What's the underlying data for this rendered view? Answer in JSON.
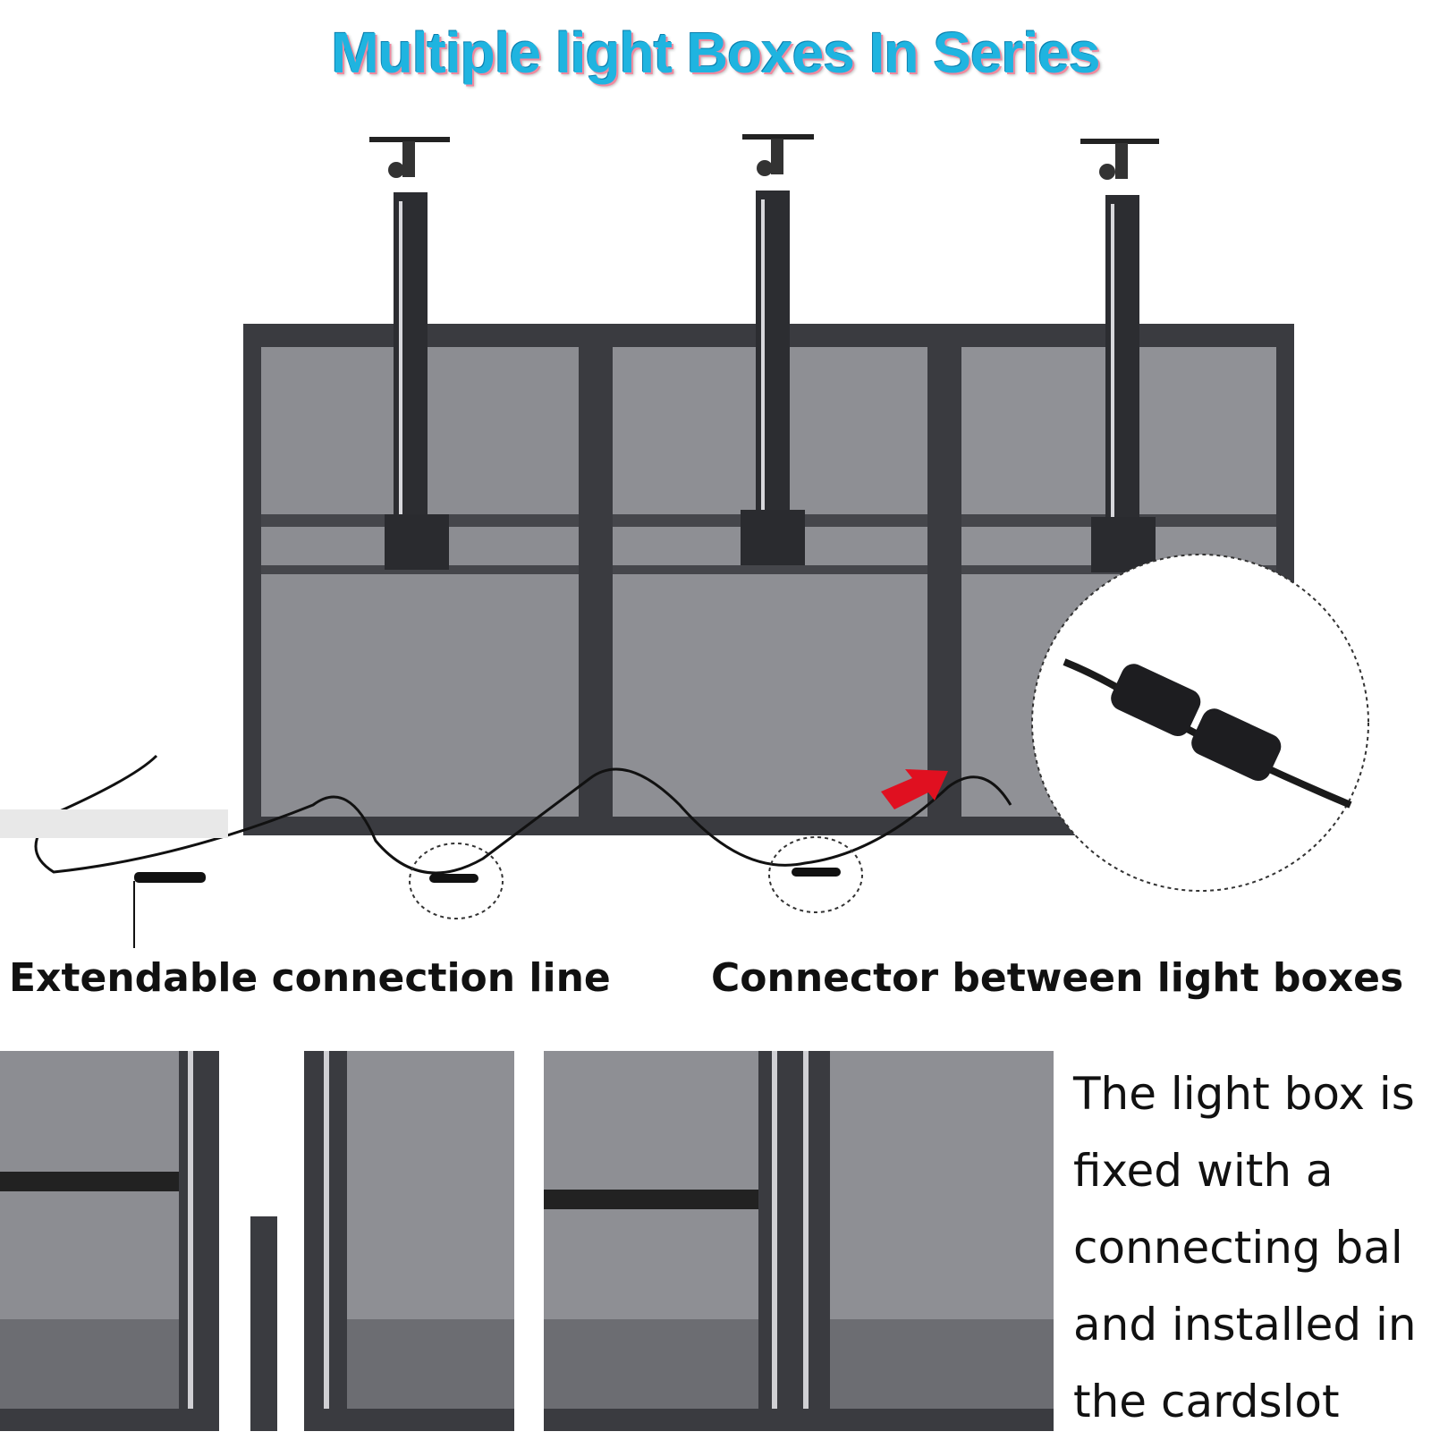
{
  "title": "Multiple light Boxes In Series",
  "captions": {
    "extendable": "Extendable connection line",
    "connector": "Connector between light boxes"
  },
  "description_lines": [
    "The light box is",
    "fixed with a",
    "connecting bal",
    "and installed in",
    "the cardslot"
  ],
  "colors": {
    "title": "#1fb4e0",
    "arrow": "#e01020",
    "panel": "#8a8b90",
    "frame": "#3a3b40"
  }
}
